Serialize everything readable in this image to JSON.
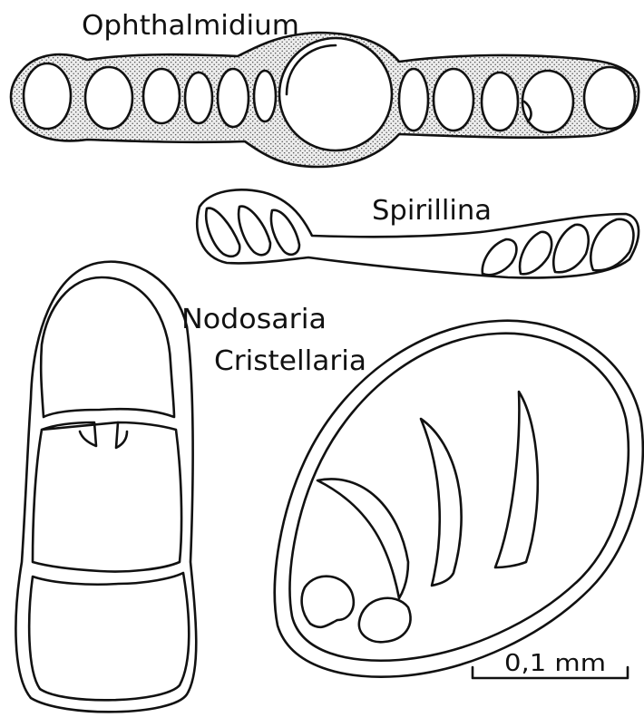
{
  "labels": {
    "ophthalmidium": "Ophthalmidium",
    "spirillina": "Spirillina",
    "nodosaria": "Nodosaria",
    "cristellaria": "Cristellaria",
    "scale": "0,1 mm"
  },
  "colors": {
    "ink": "#111111",
    "stipple_bg": "#ededed",
    "stipple_dot": "#555555",
    "paper": "#ffffff"
  }
}
